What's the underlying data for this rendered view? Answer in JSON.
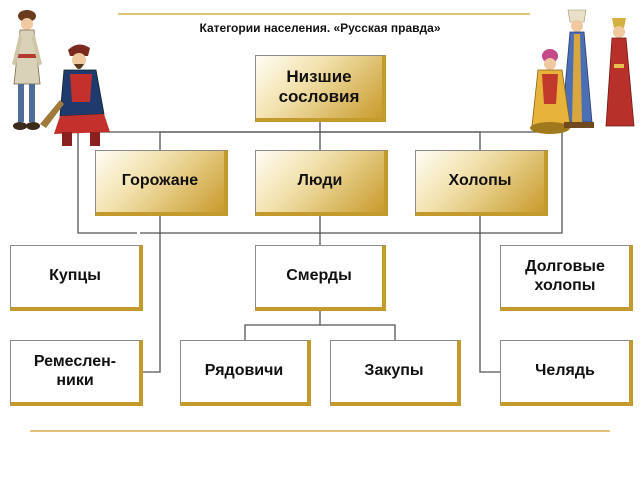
{
  "title": "Категории населения. «Русская правда»",
  "nodes": {
    "root": "Низшие сословия",
    "gorozhane": "Горожане",
    "lyudi": "Люди",
    "kholopy": "Холопы",
    "kuptsy": "Купцы",
    "smerdy": "Смерды",
    "dolgovye": "Долговые холопы",
    "remeslenniki": "Ремеслен-ники",
    "ryadovichi": "Рядовичи",
    "zakupy": "Закупы",
    "chelyad": "Челядь"
  },
  "colors": {
    "gold": "#c89b2c",
    "rule": "#e3c27a",
    "connector": "#555555"
  },
  "illustrations": [
    "medieval-men-figures",
    "medieval-women-figures"
  ]
}
